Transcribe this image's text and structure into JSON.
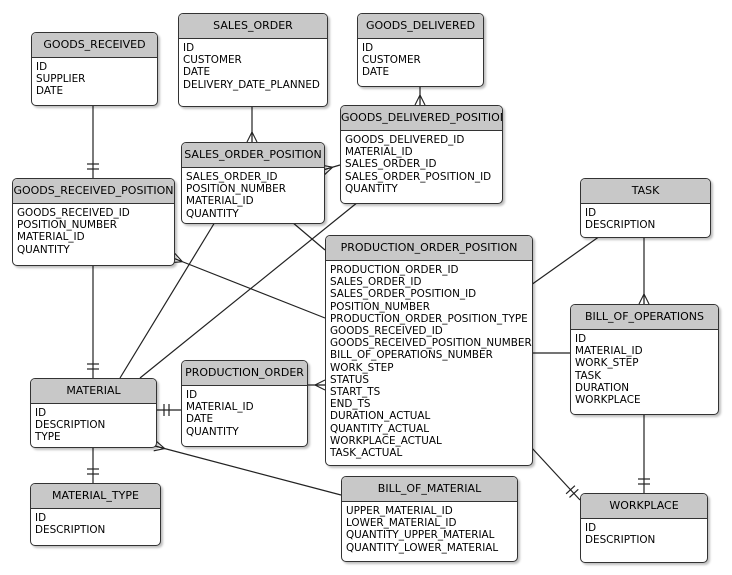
{
  "entities": {
    "goods_received": {
      "name": "GOODS_RECEIVED",
      "attributes": [
        "ID",
        "SUPPLIER",
        "DATE"
      ]
    },
    "sales_order": {
      "name": "SALES_ORDER",
      "attributes": [
        "ID",
        "CUSTOMER",
        "DATE",
        "DELIVERY_DATE_PLANNED"
      ]
    },
    "goods_delivered": {
      "name": "GOODS_DELIVERED",
      "attributes": [
        "ID",
        "CUSTOMER",
        "DATE"
      ]
    },
    "goods_delivered_position": {
      "name": "GOODS_DELIVERED_POSITION",
      "attributes": [
        "GOODS_DELIVERED_ID",
        "MATERIAL_ID",
        "SALES_ORDER_ID",
        "SALES_ORDER_POSITION_ID",
        "QUANTITY"
      ]
    },
    "sales_order_position": {
      "name": "SALES_ORDER_POSITION",
      "attributes": [
        "SALES_ORDER_ID",
        "POSITION_NUMBER",
        "MATERIAL_ID",
        "QUANTITY"
      ]
    },
    "goods_received_position": {
      "name": "GOODS_RECEIVED_POSITION",
      "attributes": [
        "GOODS_RECEIVED_ID",
        "POSITION_NUMBER",
        "MATERIAL_ID",
        "QUANTITY"
      ]
    },
    "task": {
      "name": "TASK",
      "attributes": [
        "ID",
        "DESCRIPTION"
      ]
    },
    "production_order_position": {
      "name": "PRODUCTION_ORDER_POSITION",
      "attributes": [
        "PRODUCTION_ORDER_ID",
        "SALES_ORDER_ID",
        "SALES_ORDER_POSITION_ID",
        "POSITION_NUMBER",
        "PRODUCTION_ORDER_POSITION_TYPE",
        "GOODS_RECEIVED_ID",
        "GOODS_RECEIVED_POSITION_NUMBER",
        "BILL_OF_OPERATIONS_NUMBER",
        "WORK_STEP",
        "STATUS",
        "START_TS",
        "END_TS",
        "DURATION_ACTUAL",
        "QUANTITY_ACTUAL",
        "WORKPLACE_ACTUAL",
        "TASK_ACTUAL"
      ]
    },
    "bill_of_operations": {
      "name": "BILL_OF_OPERATIONS",
      "attributes": [
        "ID",
        "MATERIAL_ID",
        "WORK_STEP",
        "TASK",
        "DURATION",
        "WORKPLACE"
      ]
    },
    "material": {
      "name": "MATERIAL",
      "attributes": [
        "ID",
        "DESCRIPTION",
        "TYPE"
      ]
    },
    "production_order": {
      "name": "PRODUCTION_ORDER",
      "attributes": [
        "ID",
        "MATERIAL_ID",
        "DATE",
        "QUANTITY"
      ]
    },
    "material_type": {
      "name": "MATERIAL_TYPE",
      "attributes": [
        "ID",
        "DESCRIPTION"
      ]
    },
    "bill_of_material": {
      "name": "BILL_OF_MATERIAL",
      "attributes": [
        "UPPER_MATERIAL_ID",
        "LOWER_MATERIAL_ID",
        "QUANTITY_UPPER_MATERIAL",
        "QUANTITY_LOWER_MATERIAL"
      ]
    },
    "workplace": {
      "name": "WORKPLACE",
      "attributes": [
        "ID",
        "DESCRIPTION"
      ]
    }
  },
  "relationships": [
    {
      "from": "goods_received",
      "to": "goods_received_position",
      "from_end": "none",
      "to_end": "one"
    },
    {
      "from": "sales_order",
      "to": "sales_order_position",
      "from_end": "none",
      "to_end": "many"
    },
    {
      "from": "goods_delivered",
      "to": "goods_delivered_position",
      "from_end": "none",
      "to_end": "many"
    },
    {
      "from": "goods_received_position",
      "to": "material",
      "from_end": "none",
      "to_end": "one"
    },
    {
      "from": "goods_received_position",
      "to": "production_order_position",
      "from_end": "many",
      "to_end": "none"
    },
    {
      "from": "sales_order_position",
      "to": "production_order_position",
      "from_end": "none",
      "to_end": "none"
    },
    {
      "from": "sales_order_position",
      "to": "material",
      "from_end": "none",
      "to_end": "none"
    },
    {
      "from": "goods_delivered_position",
      "to": "material",
      "from_end": "none",
      "to_end": "none"
    },
    {
      "from": "goods_delivered_position",
      "to": "sales_order_position",
      "from_end": "none",
      "to_end": "many"
    },
    {
      "from": "task",
      "to": "bill_of_operations",
      "from_end": "none",
      "to_end": "many"
    },
    {
      "from": "task",
      "to": "production_order_position",
      "from_end": "none",
      "to_end": "none"
    },
    {
      "from": "bill_of_operations",
      "to": "workplace",
      "from_end": "none",
      "to_end": "one"
    },
    {
      "from": "bill_of_operations",
      "to": "production_order_position",
      "from_end": "none",
      "to_end": "none"
    },
    {
      "from": "production_order_position",
      "to": "workplace",
      "from_end": "none",
      "to_end": "one"
    },
    {
      "from": "production_order",
      "to": "production_order_position",
      "from_end": "none",
      "to_end": "many"
    },
    {
      "from": "production_order",
      "to": "material",
      "from_end": "none",
      "to_end": "one"
    },
    {
      "from": "material",
      "to": "material_type",
      "from_end": "none",
      "to_end": "one"
    },
    {
      "from": "material",
      "to": "bill_of_material",
      "from_end": "many",
      "to_end": "none"
    }
  ]
}
